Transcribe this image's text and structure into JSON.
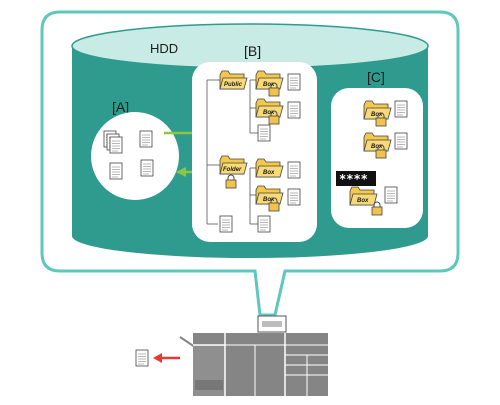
{
  "diagram": {
    "cylinder_label": "HDD",
    "section_a_label": "[A]",
    "section_b_label": "[B]",
    "section_c_label": "[C]",
    "public_label": "Public",
    "folder_label": "Folder",
    "box_label": "Box",
    "password_mask": "****",
    "colors": {
      "callout_border": "#5ec8be",
      "cylinder_body": "#2e9b8e",
      "cylinder_top": "#c9ebe5",
      "panel": "#ffffff",
      "folder": "#f3c84b",
      "lock": "#f2c24f",
      "arrow_green": "#8dc63f",
      "arrow_red": "#e53935",
      "machine": "#858585",
      "password_bg": "#111111"
    },
    "icons": [
      "document-icon",
      "folder-icon",
      "lock-icon",
      "arrow-icon",
      "mfp-machine-icon"
    ]
  }
}
